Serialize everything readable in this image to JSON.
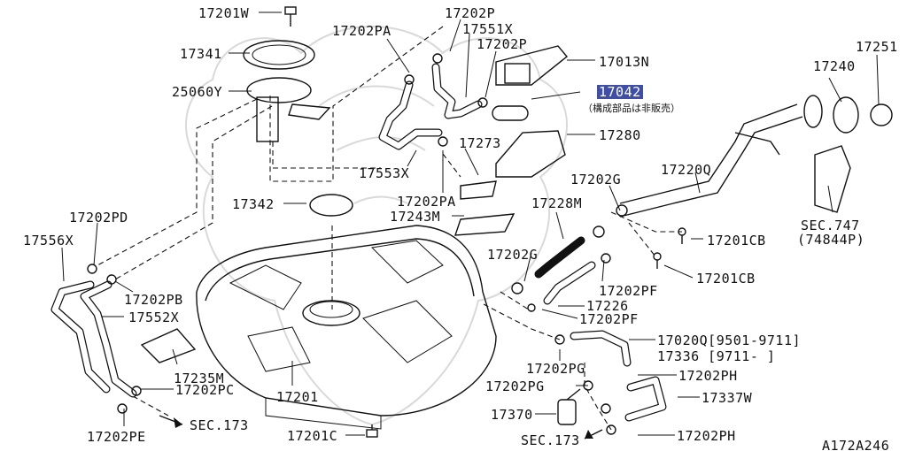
{
  "diagram": {
    "code": "A172A246",
    "labels": {
      "p17201w": "17201W",
      "p17341": "17341",
      "p25060y": "25060Y",
      "p17202pa_top": "17202PA",
      "p17202p_top": "17202P",
      "p17551x": "17551X",
      "p17202p_mid": "17202P",
      "p17013n": "17013N",
      "p17042": "17042",
      "p17042_note": "（構成部品は非販売）",
      "p17240": "17240",
      "p17251": "17251",
      "p17280": "17280",
      "p17273": "17273",
      "p17553x": "17553X",
      "p17220q": "17220Q",
      "p17202pa_mid": "17202PA",
      "p17342": "17342",
      "p17243m": "17243M",
      "p17228m": "17228M",
      "p17202g_top": "17202G",
      "sec747": "SEC.747",
      "sec747_sub": "(74844P)",
      "p17201cb_a": "17201CB",
      "p17201cb_b": "17201CB",
      "p17202pd": "17202PD",
      "p17556x": "17556X",
      "p17202pb": "17202PB",
      "p17552x": "17552X",
      "p17202g_mid": "17202G",
      "p17202pf_a": "17202PF",
      "p17226": "17226",
      "p17202pf_b": "17202PF",
      "p17020q": "17020Q[9501-9711]",
      "p17336": "17336 [9711-     ]",
      "p17235m": "17235M",
      "p17202pc": "17202PC",
      "p17201": "17201",
      "p17202pg_a": "17202PG",
      "p17202ph_a": "17202PH",
      "p17202pg_b": "17202PG",
      "p17337w": "17337W",
      "p17370": "17370",
      "p17202pe": "17202PE",
      "sec173_a": "SEC.173",
      "p17201c": "17201C",
      "sec173_b": "SEC.173",
      "p17202ph_b": "17202PH"
    }
  }
}
